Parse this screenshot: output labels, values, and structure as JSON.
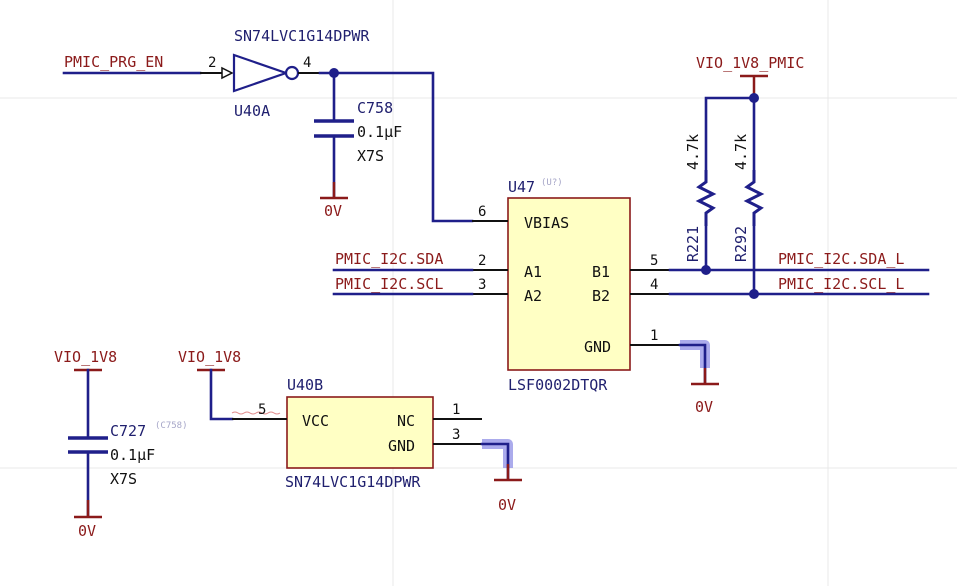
{
  "nets": {
    "pmic_prg_en": "PMIC_PRG_EN",
    "vio_1v8_pmic": "VIO_1V8_PMIC",
    "pmic_i2c_sda": "PMIC_I2C.SDA",
    "pmic_i2c_scl": "PMIC_I2C.SCL",
    "pmic_i2c_sda_l": "PMIC_I2C.SDA_L",
    "pmic_i2c_scl_l": "PMIC_I2C.SCL_L",
    "vio_1v8_a": "VIO_1V8",
    "vio_1v8_b": "VIO_1V8",
    "gnd": "0V"
  },
  "u40a": {
    "part": "SN74LVC1G14DPWR",
    "ref": "U40A",
    "pin_in": "2",
    "pin_out": "4"
  },
  "c758": {
    "ref": "C758",
    "value": "0.1µF",
    "dielectric": "X7S"
  },
  "u47": {
    "ref": "U47",
    "alt_ref": "(U?)",
    "part": "LSF0002DTQR",
    "pins": {
      "vbias_num": "6",
      "vbias": "VBIAS",
      "a1_num": "2",
      "a1": "A1",
      "a2_num": "3",
      "a2": "A2",
      "b1_num": "5",
      "b1": "B1",
      "b2_num": "4",
      "b2": "B2",
      "gnd_num": "1",
      "gnd": "GND"
    }
  },
  "r221": {
    "ref": "R221",
    "value": "4.7k"
  },
  "r292": {
    "ref": "R292",
    "value": "4.7k"
  },
  "c727": {
    "ref": "C727",
    "alt_ref": "(C758)",
    "value": "0.1µF",
    "dielectric": "X7S"
  },
  "u40b": {
    "ref": "U40B",
    "part": "SN74LVC1G14DPWR",
    "pins": {
      "vcc_num": "5",
      "vcc": "VCC",
      "nc_num": "1",
      "nc": "NC",
      "gnd_num": "3",
      "gnd": "GND"
    }
  }
}
